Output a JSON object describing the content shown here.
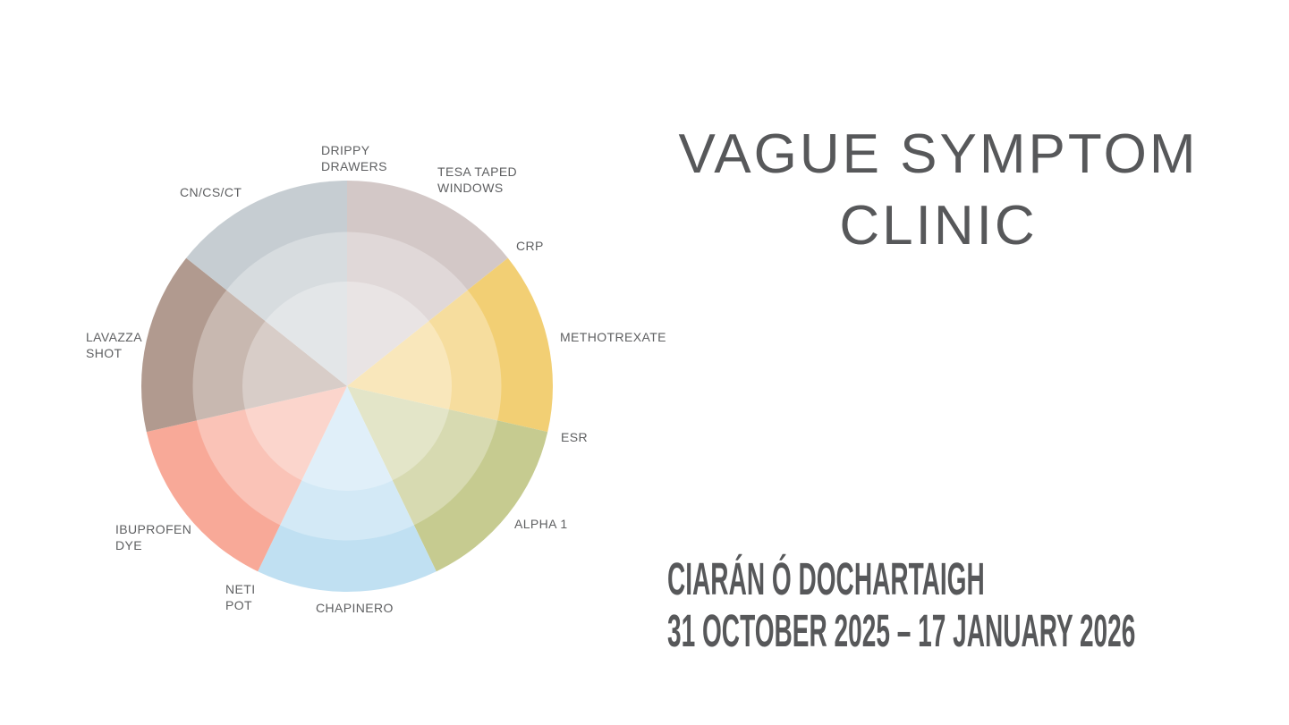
{
  "poster": {
    "title_line1": "VAGUE SYMPTOM",
    "title_line2": "CLINIC",
    "artist": "CIARÁN Ó DOCHARTAIGH",
    "dates": "31 OCTOBER 2025 – 17 JANUARY 2026"
  },
  "colors": {
    "background": "#ffffff",
    "title_text": "#57585a",
    "label_text": "#5e5f61",
    "ring_overlay": "#ffffff"
  },
  "chart_data": {
    "type": "pie",
    "title": "Vague Symptom Clinic radial chart",
    "description": "Decorative pie chart of 7 equal wedges with two translucent white concentric ring overlays (at ~75% and ~51% of radius) creating three brightness bands; 11 text labels are placed around the circle.",
    "legend_position": "around-circle",
    "grid": false,
    "segments": [
      {
        "name": "taupe-pink-wedge",
        "value": 1,
        "start_deg": 0,
        "end_deg": 51.4,
        "color": "#d3c8c7"
      },
      {
        "name": "yellow-wedge",
        "value": 1,
        "start_deg": 51.4,
        "end_deg": 102.9,
        "color": "#f2cf74"
      },
      {
        "name": "green-wedge",
        "value": 1,
        "start_deg": 102.9,
        "end_deg": 154.3,
        "color": "#c6cb90"
      },
      {
        "name": "light-blue-wedge",
        "value": 1,
        "start_deg": 154.3,
        "end_deg": 205.7,
        "color": "#c0e0f2"
      },
      {
        "name": "salmon-wedge",
        "value": 1,
        "start_deg": 205.7,
        "end_deg": 257.1,
        "color": "#f8a998"
      },
      {
        "name": "brown-mauve-wedge",
        "value": 1,
        "start_deg": 257.1,
        "end_deg": 308.6,
        "color": "#b19a8f"
      },
      {
        "name": "blue-gray-wedge",
        "value": 1,
        "start_deg": 308.6,
        "end_deg": 360,
        "color": "#c6cdd2"
      }
    ],
    "rings": {
      "middle_overlay_radius_ratio": 0.75,
      "inner_overlay_radius_ratio": 0.51,
      "overlay_opacity": 0.3
    },
    "labels": [
      {
        "text": "DRIPPY\nDRAWERS",
        "angle_deg": 0
      },
      {
        "text": "TESA TAPED\nWINDOWS",
        "angle_deg": 32
      },
      {
        "text": "CRP",
        "angle_deg": 53
      },
      {
        "text": "METHOTREXATE",
        "angle_deg": 80
      },
      {
        "text": "ESR",
        "angle_deg": 103
      },
      {
        "text": "ALPHA 1",
        "angle_deg": 127
      },
      {
        "text": "CHAPINERO",
        "angle_deg": 179
      },
      {
        "text": "NETI\nPOT",
        "angle_deg": 207
      },
      {
        "text": "IBUPROFEN\nDYE",
        "angle_deg": 233
      },
      {
        "text": "LAVAZZA\nSHOT",
        "angle_deg": 279
      },
      {
        "text": "CN/CS/CT",
        "angle_deg": 325
      }
    ]
  }
}
